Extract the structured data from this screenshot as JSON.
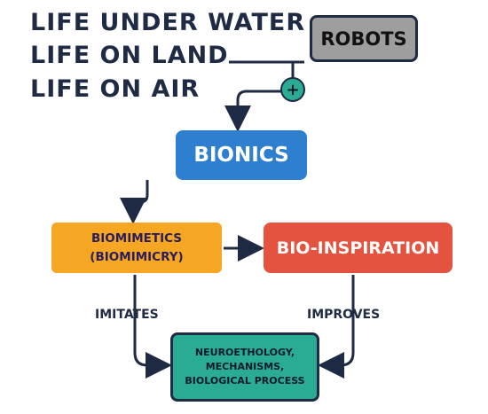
{
  "life_list": [
    "LIFE UNDER WATER",
    "LIFE ON LAND",
    "LIFE ON AIR"
  ],
  "nodes": {
    "robots": "ROBOTS",
    "bionics": "BIONICS",
    "biomimetics_line1": "BIOMIMETICS",
    "biomimetics_line2": "(BIOMIMICRY)",
    "bioinspiration": "BIO-INSPIRATION",
    "neuro_line1": "NEUROETHOLOGY,",
    "neuro_line2": "MECHANISMS,",
    "neuro_line3": "BIOLOGICAL PROCESS"
  },
  "edge_labels": {
    "imitates": "IMITATES",
    "improves": "IMPROVES"
  },
  "plus_symbol": "+",
  "colors": {
    "robots": "#9e9e9e",
    "bionics": "#2f7fd1",
    "biomimetics": "#f5a623",
    "bioinspiration": "#e4533f",
    "neuro": "#2aab93",
    "ink": "#1f2a44"
  }
}
